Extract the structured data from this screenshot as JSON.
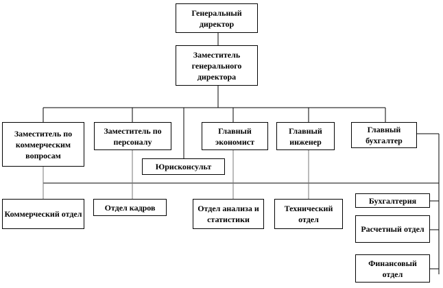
{
  "nodes": {
    "ceo": "Генеральный директор",
    "deputy_ceo": "Заместитель генерального директора",
    "deputy_commercial": "Заместитель по коммерческим вопросам",
    "deputy_personnel": "Заместитель по персоналу",
    "legal": "Юрисконсульт",
    "chief_economist": "Главный экономист",
    "chief_engineer": "Главный инженер",
    "chief_accountant": "Главный бухгалтер",
    "commercial_dept": "Коммерческий отдел",
    "hr_dept": "Отдел кадров",
    "analysis_dept": "Отдел анализа и статистики",
    "technical_dept": "Технический отдел",
    "accounting": "Бухгалтерия",
    "payroll_dept": "Расчетный отдел",
    "finance_dept": "Финансовый отдел"
  }
}
